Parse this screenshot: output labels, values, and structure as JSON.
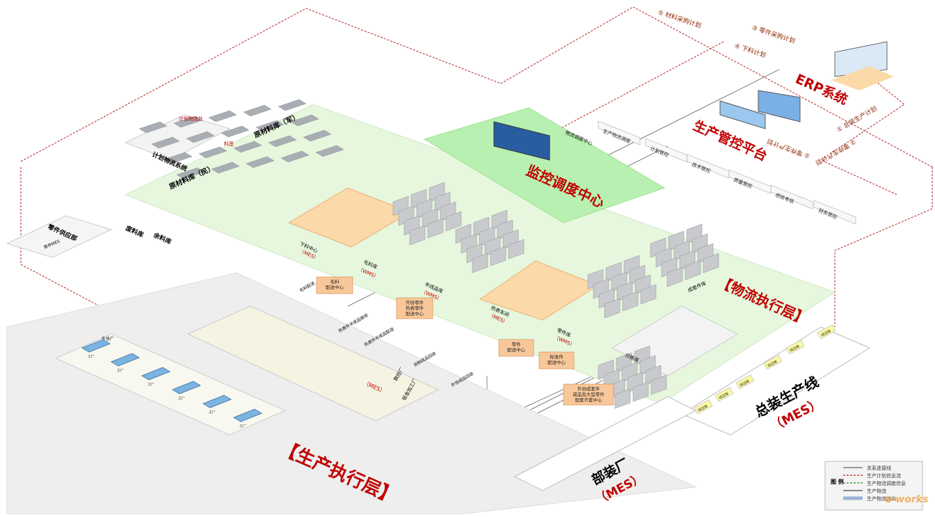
{
  "title_layers": {
    "production_exec": "【生产执行层】",
    "logistics_exec": "【物流执行层】",
    "monitor_center": "监控调度中心",
    "control_platform": "生产管控平台",
    "erp": "ERP系统",
    "final_assembly": "总装生产线",
    "final_assembly_mes": "（MES）",
    "sub_assembly": "部装厂",
    "sub_assembly_mes": "（MES）"
  },
  "flows": {
    "f5": "⑤ 材料采购计划",
    "f3": "③ 零件采购计划",
    "f4": "④ 下料计划",
    "f1": "① 总装生产计划",
    "f1b": "② 零件生产计划",
    "f2": "② 零件生产计划"
  },
  "platform_items": [
    "生产物流调度",
    "计划管控",
    "技术管控",
    "质量管控",
    "绩效考核",
    "财务管控"
  ],
  "nodes": {
    "plan_logistics": "计划物流处",
    "plan_logistics_sys": "计划物流系统",
    "raw_material_1": "原材料库（军）",
    "raw_material_2": "原材料库（民）",
    "material_tag": "料签",
    "scrap": "废料库",
    "remnant": "余料库",
    "supplier": "零件供应部",
    "supplier_mes": "零件MES",
    "dispatch_center": "物流调度中心",
    "cutting_center": "下料中心",
    "cutting_mes": "（MES）",
    "blank_store": "毛料库",
    "blank_wms": "（WMS）",
    "blank_dist": "毛料\n配送中心",
    "semi_store": "半成品库",
    "semi_wms": "（WMS）",
    "outsource_dist": "外协零件\n热表零件\n配送中心",
    "heat_workshop": "热表车间",
    "heat_mes": "（MES）",
    "parts_store": "零件库",
    "parts_wms": "（WMS）",
    "parts_dist": "零件\n配送中心",
    "std_dist": "标准件\n配送中心",
    "kit_store": "成套件库",
    "sort_store": "分拣库",
    "outsource_kit": "外协成套件\n成品及大型零件\n配套齐套中心",
    "outsource_factory": "外协厂",
    "factory": "工厂",
    "machining": "数控厂",
    "machining_mes": "（MES）",
    "machining2": "钣金加工厂",
    "line_side": "线边库"
  },
  "flow_labels": {
    "blank_out": "毛料配送",
    "heat_recv": "热表件半成品接收",
    "heat_send": "热表件半成品配送",
    "semi_recv": "自制成品回收",
    "outsource_recv": "外协成品回收"
  },
  "legend": {
    "title": "图\n例",
    "items": [
      "关系连接线",
      "生产计划信息流",
      "生产物流调度信息",
      "生产物流",
      "生产物流流向"
    ]
  },
  "watermark": "e-works"
}
